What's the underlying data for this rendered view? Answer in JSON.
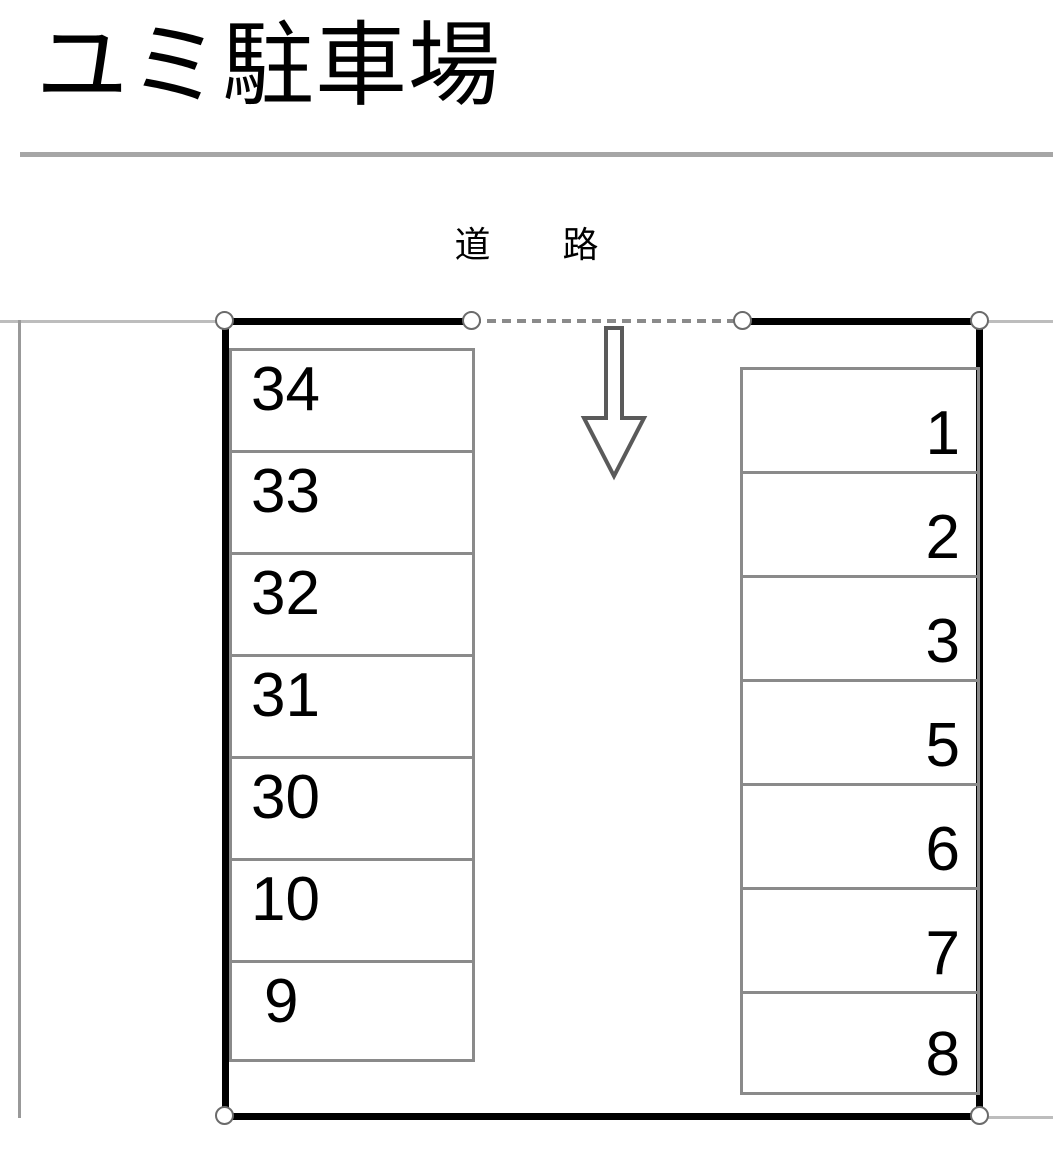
{
  "document": {
    "title": "ユミ駐車場"
  },
  "diagram": {
    "road_label": "道　路",
    "entrance_arrow": "down-arrow",
    "colors": {
      "frame": "#000000",
      "grid": "#8a8a8a",
      "boundary": "#bdbdbd",
      "title_rule": "#a6a6a6",
      "arrow_outline": "#5a5a5a",
      "arrow_fill": "#ffffff",
      "handle_stroke": "#6b6b6b"
    },
    "blocks": [
      {
        "id": "left",
        "align": "left",
        "stalls": [
          {
            "number": "34"
          },
          {
            "number": "33"
          },
          {
            "number": "32"
          },
          {
            "number": "31"
          },
          {
            "number": "30"
          },
          {
            "number": "10"
          },
          {
            "number": "9"
          }
        ]
      },
      {
        "id": "right",
        "align": "right",
        "stalls": [
          {
            "number": "1"
          },
          {
            "number": "2"
          },
          {
            "number": "3"
          },
          {
            "number": "5"
          },
          {
            "number": "6"
          },
          {
            "number": "7"
          },
          {
            "number": "8"
          }
        ]
      }
    ]
  }
}
